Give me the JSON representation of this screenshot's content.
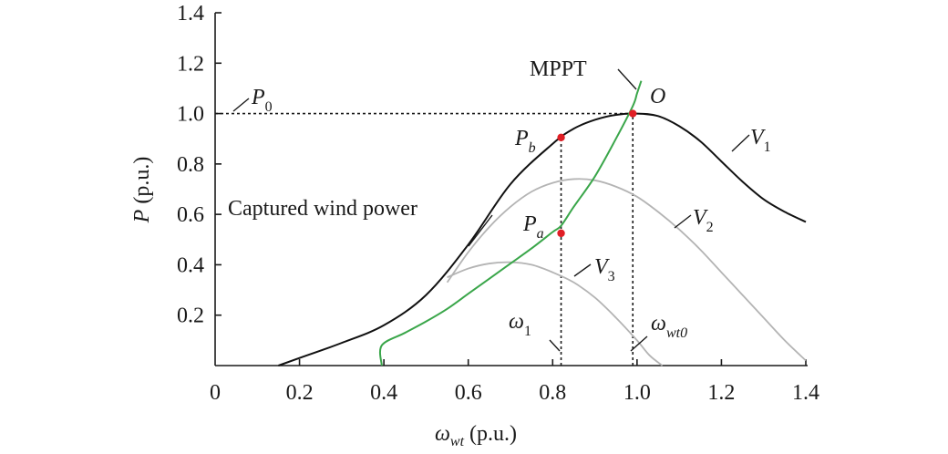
{
  "chart_data": {
    "type": "line",
    "xlabel": {
      "main": "ω",
      "sub": "wt",
      "unit": " (p.u.)"
    },
    "ylabel": {
      "main": "P",
      "unit": " (p.u.)"
    },
    "xlim": [
      0,
      1.4
    ],
    "ylim": [
      0,
      1.4
    ],
    "xticks": [
      "0",
      "0.2",
      "0.4",
      "0.6",
      "0.8",
      "1.0",
      "1.2",
      "1.4"
    ],
    "yticks": [
      "0.2",
      "0.4",
      "0.6",
      "0.8",
      "1.0",
      "1.2",
      "1.4"
    ],
    "grid": false,
    "colors": {
      "axis": "#1a1a1a",
      "v1": "#111111",
      "gray": "#b4b4b4",
      "mppt": "#3aa64a",
      "marker": "#e01e25"
    },
    "series": [
      {
        "key": "v1",
        "label_main": "V",
        "label_sub": "1",
        "x": [
          0.15,
          0.2,
          0.3,
          0.4,
          0.5,
          0.6,
          0.7,
          0.8,
          0.85,
          0.9,
          0.95,
          1.0,
          1.05,
          1.1,
          1.15,
          1.2,
          1.25,
          1.3,
          1.35,
          1.4
        ],
        "y": [
          0,
          0.03,
          0.09,
          0.16,
          0.28,
          0.48,
          0.72,
          0.88,
          0.94,
          0.975,
          0.995,
          1.0,
          0.99,
          0.95,
          0.89,
          0.81,
          0.73,
          0.66,
          0.61,
          0.57
        ]
      },
      {
        "key": "v2",
        "label_main": "V",
        "label_sub": "2",
        "x": [
          0.55,
          0.6,
          0.65,
          0.7,
          0.75,
          0.8,
          0.85,
          0.9,
          0.95,
          1.0,
          1.05,
          1.1,
          1.15,
          1.2,
          1.25,
          1.3,
          1.35,
          1.4
        ],
        "y": [
          0.33,
          0.45,
          0.55,
          0.63,
          0.69,
          0.725,
          0.74,
          0.735,
          0.71,
          0.67,
          0.61,
          0.54,
          0.46,
          0.37,
          0.28,
          0.19,
          0.1,
          0.02
        ]
      },
      {
        "key": "v3",
        "label_main": "V",
        "label_sub": "3",
        "x": [
          0.55,
          0.6,
          0.65,
          0.7,
          0.75,
          0.8,
          0.85,
          0.9,
          0.95,
          1.0,
          1.03,
          1.06
        ],
        "y": [
          0.35,
          0.385,
          0.405,
          0.41,
          0.4,
          0.37,
          0.33,
          0.27,
          0.19,
          0.1,
          0.04,
          0
        ]
      },
      {
        "key": "mppt",
        "label": "MPPT",
        "x": [
          0.395,
          0.395,
          0.45,
          0.5,
          0.55,
          0.6,
          0.65,
          0.7,
          0.75,
          0.8,
          0.82,
          0.85,
          0.9,
          0.95,
          0.99,
          1.0,
          1.01
        ],
        "y": [
          0,
          0.08,
          0.13,
          0.175,
          0.225,
          0.285,
          0.345,
          0.405,
          0.465,
          0.53,
          0.555,
          0.63,
          0.75,
          0.9,
          1.03,
          1.08,
          1.13
        ]
      }
    ],
    "points": [
      {
        "key": "pb",
        "label_main": "P",
        "label_sub": "b",
        "x": 0.82,
        "y": 0.905
      },
      {
        "key": "pa",
        "label_main": "P",
        "label_sub": "a",
        "x": 0.82,
        "y": 0.525
      },
      {
        "key": "o",
        "label_main": "O",
        "x": 0.99,
        "y": 1.0
      }
    ],
    "reference_lines": [
      {
        "key": "p0",
        "orientation": "horizontal",
        "value": 1.0,
        "from": 0,
        "to": 0.99,
        "label_main": "P",
        "label_sub": "0"
      },
      {
        "key": "w1",
        "orientation": "vertical",
        "value": 0.82,
        "from": 0,
        "to": 0.905,
        "label_main": "ω",
        "label_sub": "1"
      },
      {
        "key": "wt0",
        "orientation": "vertical",
        "value": 0.99,
        "from": 0,
        "to": 1.0,
        "label_main": "ω",
        "label_sub": "wt0"
      }
    ],
    "annotations": [
      {
        "key": "captured",
        "text": "Captured wind power",
        "target_x": 0.6,
        "target_y": 0.48
      }
    ]
  }
}
